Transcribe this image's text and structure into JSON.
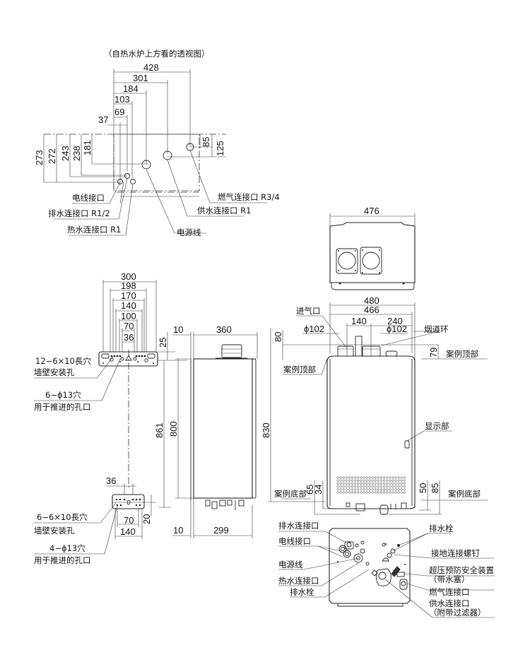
{
  "top_view": {
    "caption": "（自热水炉上方看的透视图）",
    "h_dims": [
      "428",
      "301",
      "184",
      "103",
      "69",
      "37"
    ],
    "v_dims_left": [
      "273",
      "272",
      "243",
      "238",
      "181"
    ],
    "v_dims_right": [
      "85",
      "125"
    ],
    "labels": {
      "wire_port": "电线接口",
      "drain_port": "排水连接口 R1/2",
      "hot_water_port": "热水连接口 R1",
      "power_cord": "电源线",
      "water_supply_port": "供水连接口 R1",
      "gas_port": "燃气连接口 R3/4"
    }
  },
  "bracket_view": {
    "h_dims": [
      "300",
      "198",
      "170",
      "140",
      "100",
      "70",
      "36"
    ],
    "top_holes_label_1": "12−6×10長穴",
    "top_holes_label_2": "墙壁安装孔",
    "top_push_label_1": "6−ϕ13穴",
    "top_push_label_2": "用于推进的孔口",
    "bottom_dims": [
      "36",
      "70",
      "140",
      "20"
    ],
    "bottom_holes_label_1": "6−6×10長穴",
    "bottom_holes_label_2": "墙壁安装孔",
    "bottom_push_label_1": "4−ϕ13穴",
    "bottom_push_label_2": "用于推进的孔口"
  },
  "side_view": {
    "dims": {
      "top_offset": "25",
      "wall_gap_top": "10",
      "depth": "360",
      "height_total": "861",
      "height_body": "800",
      "wall_gap_bottom": "10",
      "depth_bottom": "299"
    }
  },
  "plan_view": {
    "width": "476"
  },
  "front_view": {
    "dims": {
      "width_outer": "480",
      "width_inner": "466",
      "pitch_140": "140",
      "pitch_240": "240",
      "intake_dia": "ϕ102",
      "flue_dia": "ϕ102",
      "top_80": "80",
      "top_79": "79",
      "height_830": "830",
      "bot_65": "65",
      "bot_34": "34",
      "bot_50": "50",
      "bot_85": "85"
    },
    "labels": {
      "air_intake": "进气口",
      "flue_ring": "烟道环",
      "case_top_left": "案例顶部",
      "case_top_right": "案例顶部",
      "display": "显示部",
      "case_bottom_left": "案例底部",
      "case_bottom_right": "案例底部"
    }
  },
  "bottom_view": {
    "labels": {
      "drain_port": "排水连接口",
      "wire_port": "电线接口",
      "power_cord": "电源线",
      "hot_water_port": "热水连接口",
      "drain_plug_left": "排水栓",
      "drain_plug_right": "排水栓",
      "ground_screw": "接地连接螺钉",
      "relief_valve_1": "超压预防安全装置",
      "relief_valve_2": "（带水塞）",
      "gas_port": "燃气连接口",
      "water_supply_1": "供水连接口",
      "water_supply_2": "（附带过滤器）"
    }
  }
}
